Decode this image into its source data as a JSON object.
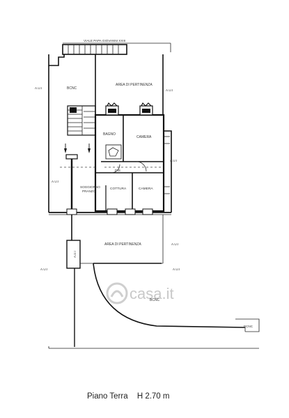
{
  "plan": {
    "street_label": "VIALE PAPA GIOVANNI XXIII",
    "rooms": {
      "bcnc_upper": "BCNC",
      "area_pertinenza_top": "AREA DI PERTINENZA",
      "bagno": "BAGNO",
      "camera_top": "CAMERA",
      "dis": "DIS",
      "soggiorno_line1": "SOGGIORNO",
      "soggiorno_line2": "PRANZO",
      "cottura": "COTTURA",
      "camera_bottom": "CAMERA",
      "area_pertinenza_bottom": "AREA DI PERTINENZA",
      "bcnc_lower": "BCNC",
      "bcnc_right": "BCNC"
    },
    "unit_labels": {
      "left_top": "A.U.I",
      "left_mid": "A.U.I",
      "left_bottom": "A.U.I",
      "right_top": "A.U.I",
      "right_mid": "A.U.I",
      "right_lower": "A.U.I",
      "right_bottom": "A.U.I",
      "box": "A.U.I"
    },
    "watermark": "casa.it"
  },
  "caption": {
    "floor": "Piano Terra",
    "height": "H 2.70 m"
  }
}
